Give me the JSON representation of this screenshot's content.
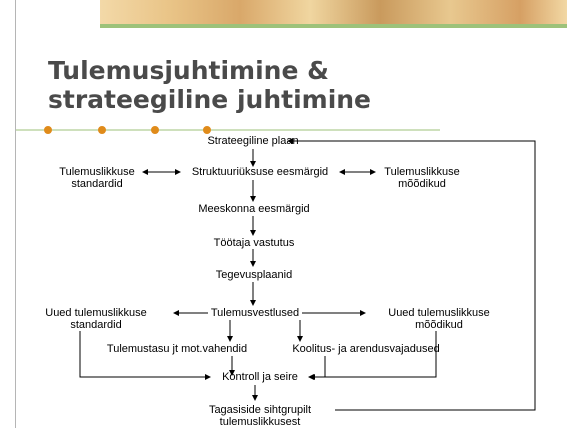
{
  "title": "Tulemusjuhtimine &\nstrateegiline juhtimine",
  "colors": {
    "accent": "#9dc27a",
    "bullet": "#e08b1a",
    "title": "#4a4a4a"
  },
  "nodes": {
    "strateegiline_plaan": "Strateegiline plaan",
    "tulemuslikkuse_standardid": "Tulemuslikkuse\nstandardid",
    "struktuuriuksuse_eesmargid": "Struktuuriüksuse eesmärgid",
    "tulemuslikkuse_moodikud": "Tulemuslikkuse\nmõõdikud",
    "meeskonna_eesmargid": "Meeskonna eesmärgid",
    "tootaja_vastutus": "Töötaja vastutus",
    "tegevusplaanid": "Tegevusplaanid",
    "uued_standardid": "Uued tulemuslikkuse\nstandardid",
    "tulemusvestlused": "Tulemusvestlused",
    "uued_moodikud": "Uued tulemuslikkuse\nmõõdikud",
    "tulemustasu": "Tulemustasu jt mot.vahendid",
    "koolitus": "Koolitus- ja arendusvajadused",
    "kontroll": "Kontroll ja seire",
    "tagasiside": "Tagasiside sihtgrupilt\ntulemuslikkusest"
  }
}
